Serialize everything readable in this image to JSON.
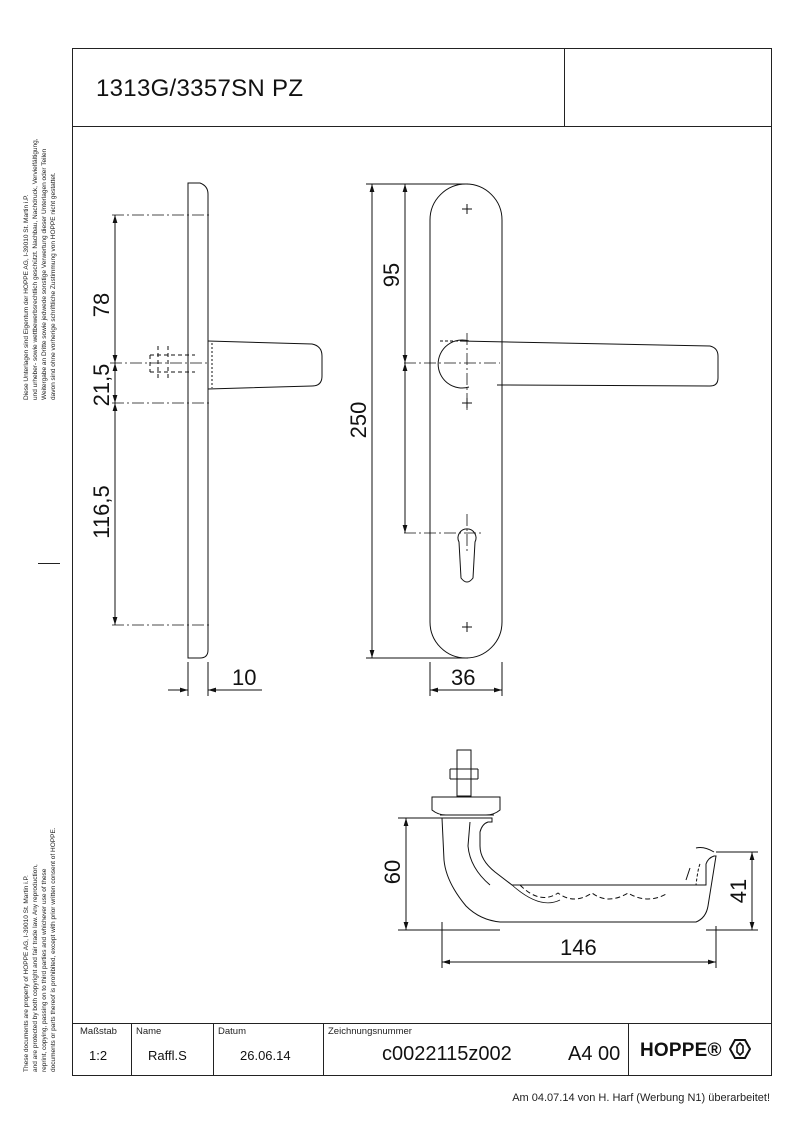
{
  "drawing": {
    "title": "1313G/3357SN PZ",
    "legal_de": [
      "Diese Unterlagen sind Eigentum der  HOPPE AG, I-39010 St. Martin i.P.",
      "und urheber- sowie wettbewerbsrechtlich geschützt. Nachbau, Nachdruck, Vervielfältigung,",
      "Weitergabe an Dritte sowie jedwede sonstige Verwertung dieser Unterlagen oder Teilen",
      "davon sind ohne vorherige schriftliche Zustimmung von HOPPE nicht gestattet."
    ],
    "legal_en": [
      "These documents are property of HOPPE AG, I-39010 St. Martin i.P.",
      "and are protected by both copyright and fair trade law. Any reproduction,",
      "reprint, copying, passing on to third parties and whichever use of these",
      "documents or parts thereof is prohibited, except with prior written consent of HOPPE."
    ],
    "dimensions": {
      "d78": "78",
      "d21_5": "21,5",
      "d116_5": "116,5",
      "d10": "10",
      "d95": "95",
      "d250": "250",
      "d36": "36",
      "d60": "60",
      "d41": "41",
      "d146": "146"
    }
  },
  "title_block": {
    "scale_label": "Maßstab",
    "scale_value": "1:2",
    "name_label": "Name",
    "name_value": "Raffl.S",
    "date_label": "Datum",
    "date_value": "26.06.14",
    "drawing_no_label": "Zeichnungsnummer",
    "drawing_no_value": "c0022115z002",
    "format": "A4 00",
    "brand": "HOPPE®"
  },
  "footer_note": "Am 04.07.14 von H. Harf (Werbung N1) überarbeitet!"
}
